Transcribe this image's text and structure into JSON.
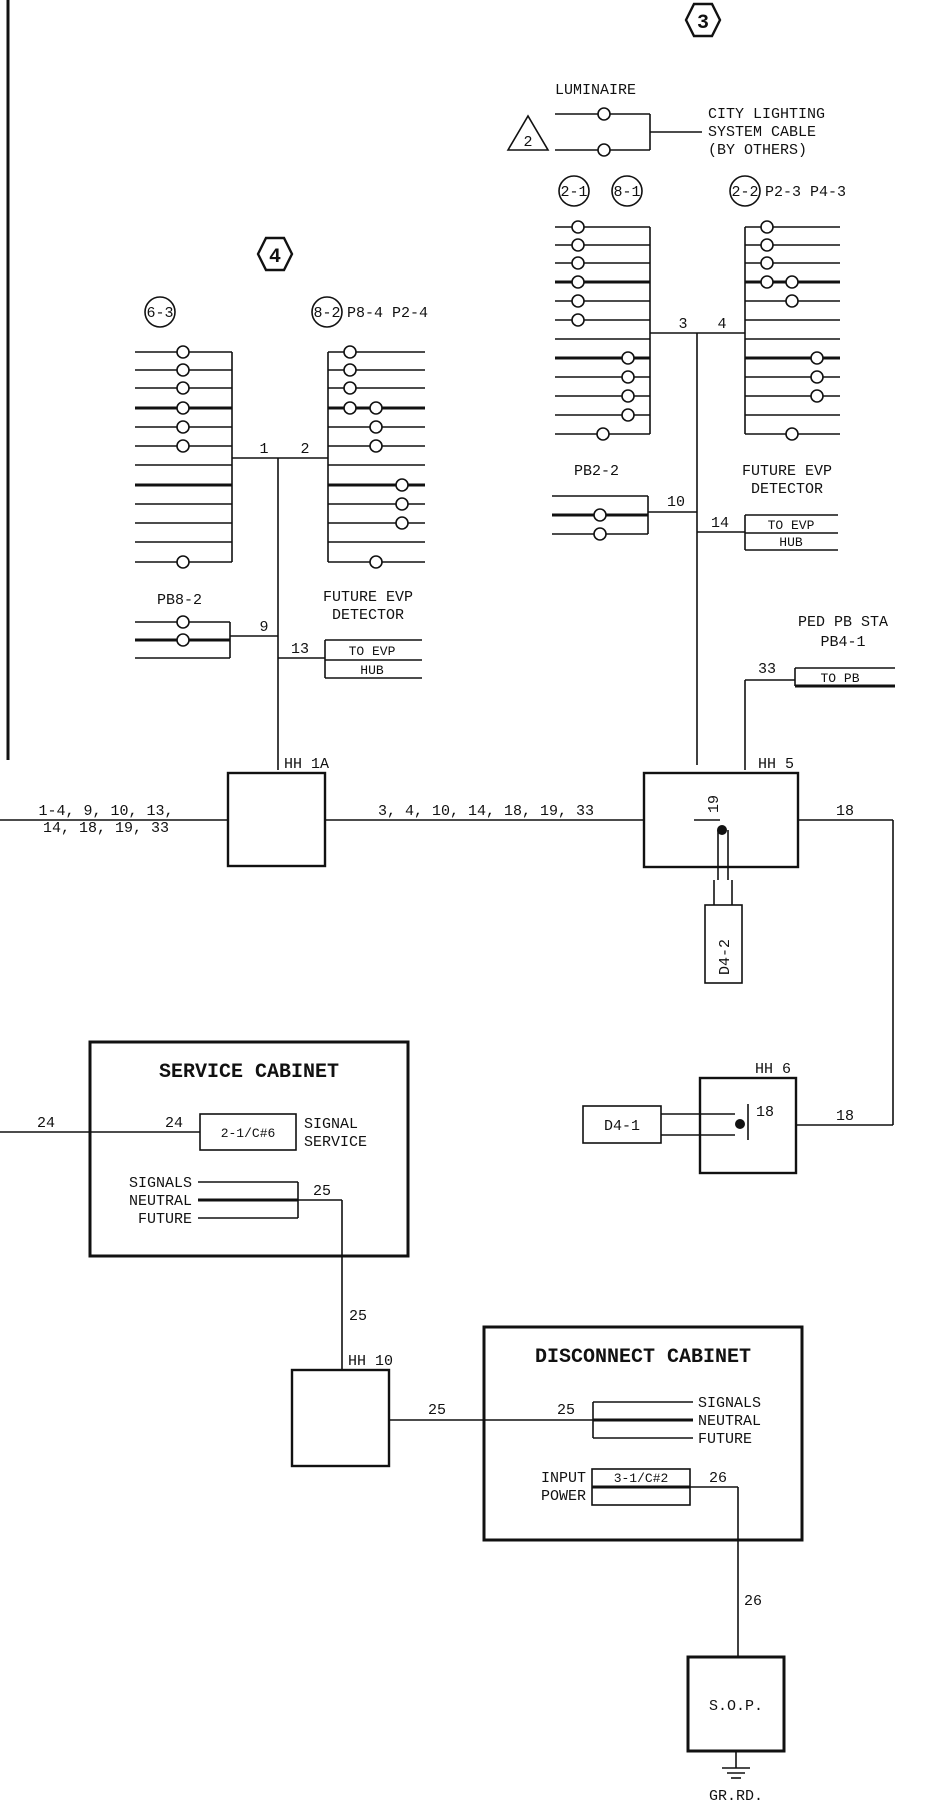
{
  "sheets": {
    "s3": "3",
    "s4": "4",
    "note2": "2"
  },
  "top_right": {
    "luminaire": "LUMINAIRE",
    "city1": "CITY LIGHTING",
    "city2": "SYSTEM CABLE",
    "city3": "(BY OTHERS)",
    "c21": "2-1",
    "c81": "8-1",
    "c22": "2-2",
    "p23": "P2-3 P4-3",
    "n3": "3",
    "n4": "4",
    "pb22": "PB2-2",
    "n10": "10",
    "evp1": "FUTURE EVP",
    "evp2": "DETECTOR",
    "n14": "14",
    "toevp": "TO EVP",
    "hub": "HUB"
  },
  "top_left": {
    "c63": "6-3",
    "c82": "8-2",
    "p84": "P8-4 P2-4",
    "n1": "1",
    "n2": "2",
    "pb82": "PB8-2",
    "n9": "9",
    "evp1": "FUTURE EVP",
    "evp2": "DETECTOR",
    "n13": "13",
    "toevp": "TO EVP",
    "hub": "HUB"
  },
  "ped": {
    "l1": "PED PB STA",
    "l2": "PB4-1",
    "n33": "33",
    "topb": "TO PB"
  },
  "handholes": {
    "hh1a": "HH 1A",
    "hh5": "HH 5",
    "hh6": "HH 6",
    "hh10": "HH 10"
  },
  "runs": {
    "left1": "1-4, 9, 10, 13,",
    "left2": "14, 18, 19, 33",
    "mid": "3, 4, 10, 14, 18, 19, 33",
    "n19": "19",
    "n18a": "18",
    "n18b": "18",
    "n18c": "18",
    "d42": "D4-2",
    "d41": "D4-1"
  },
  "service": {
    "title": "SERVICE CABINET",
    "n24a": "24",
    "n24b": "24",
    "wire": "2-1/C#6",
    "sig1": "SIGNAL",
    "sig2": "SERVICE",
    "signals": "SIGNALS",
    "neutral": "NEUTRAL",
    "future": "FUTURE",
    "n25a": "25",
    "n25b": "25"
  },
  "disconnect": {
    "title": "DISCONNECT CABINET",
    "n25c": "25",
    "n25d": "25",
    "signals": "SIGNALS",
    "neutral": "NEUTRAL",
    "future": "FUTURE",
    "input": "INPUT",
    "power": "POWER",
    "wire": "3-1/C#2",
    "n26a": "26",
    "n26b": "26",
    "sop": "S.O.P.",
    "grnd": "GR.RD."
  }
}
